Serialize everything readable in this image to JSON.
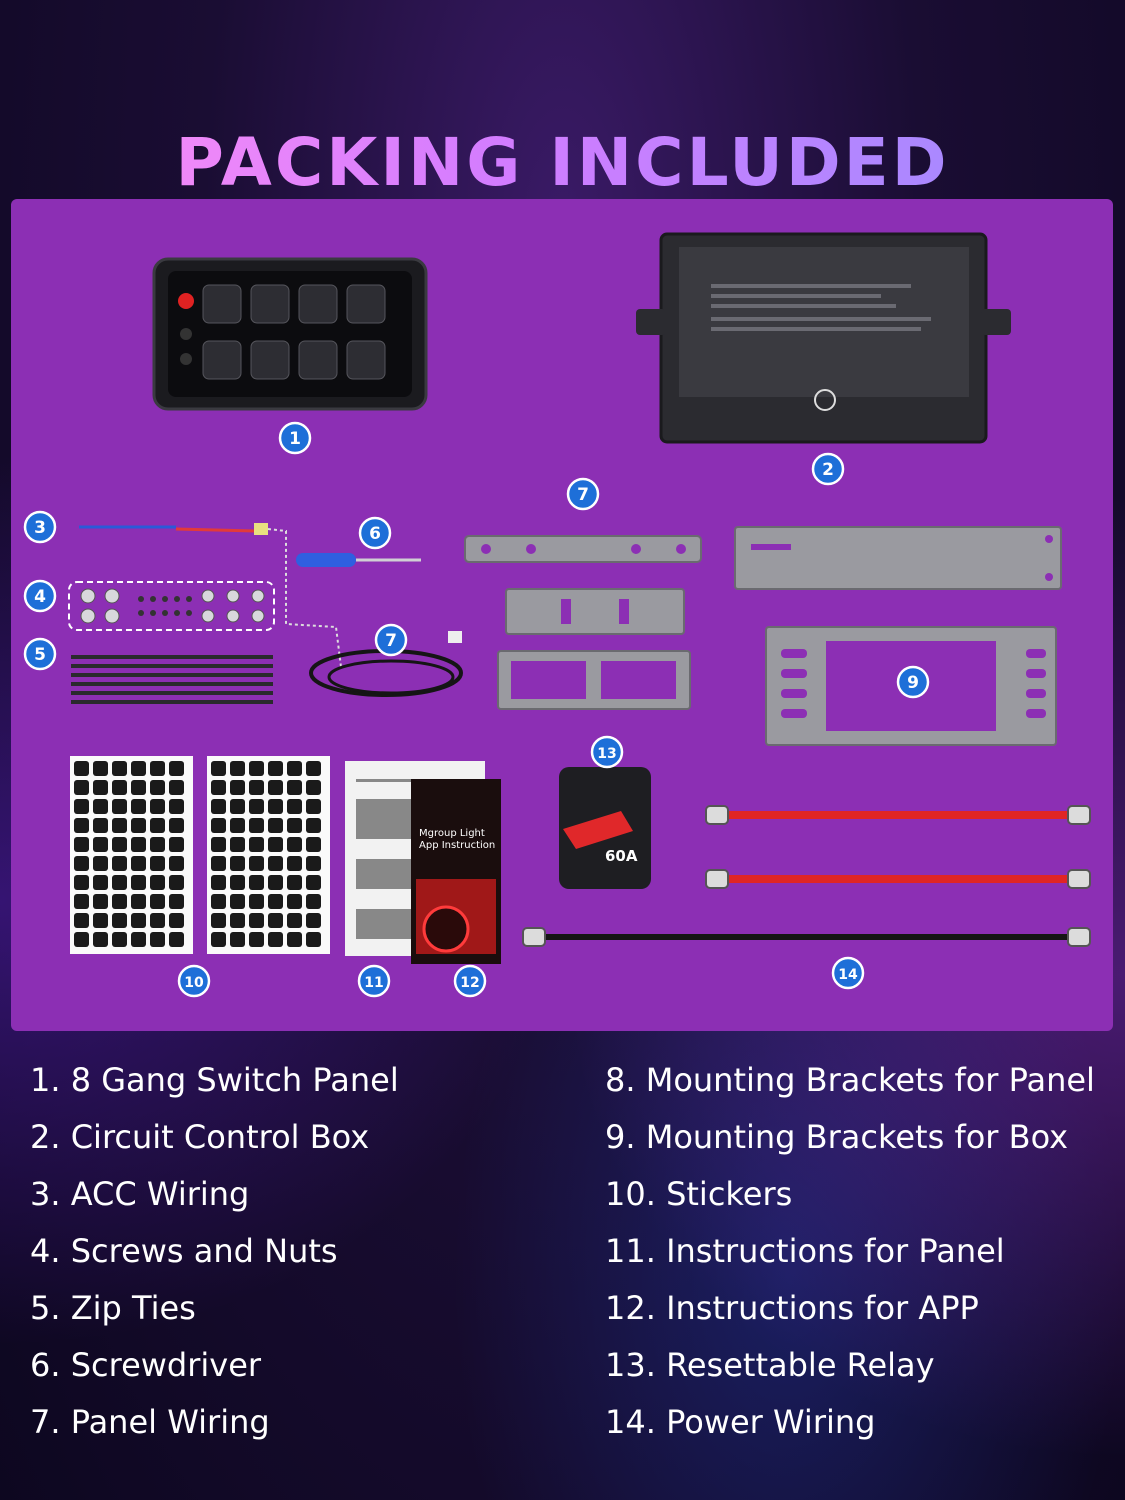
{
  "title": "PACKING INCLUDED",
  "callouts": [
    "1",
    "2",
    "3",
    "4",
    "5",
    "6",
    "7",
    "7",
    "9",
    "10",
    "11",
    "12",
    "13",
    "14"
  ],
  "relay_label": "60A",
  "manual_title_line1": "Mgroup Light",
  "manual_title_line2": "App Instruction",
  "items_left": [
    "1. 8 Gang Switch Panel",
    "2. Circuit Control Box",
    "3. ACC Wiring",
    "4. Screws and Nuts",
    "5. Zip Ties",
    "6. Screwdriver",
    "7. Panel Wiring"
  ],
  "items_right": [
    "8. Mounting Brackets for Panel",
    "9. Mounting Brackets for Box",
    "10. Stickers",
    "11. Instructions for Panel",
    "12. Instructions for APP",
    "13. Resettable Relay",
    "14. Power Wiring"
  ],
  "colors": {
    "panel_bg": "#8c2fb4",
    "callout_blue": "#1e6fd8",
    "relay_red": "#e0282a"
  }
}
